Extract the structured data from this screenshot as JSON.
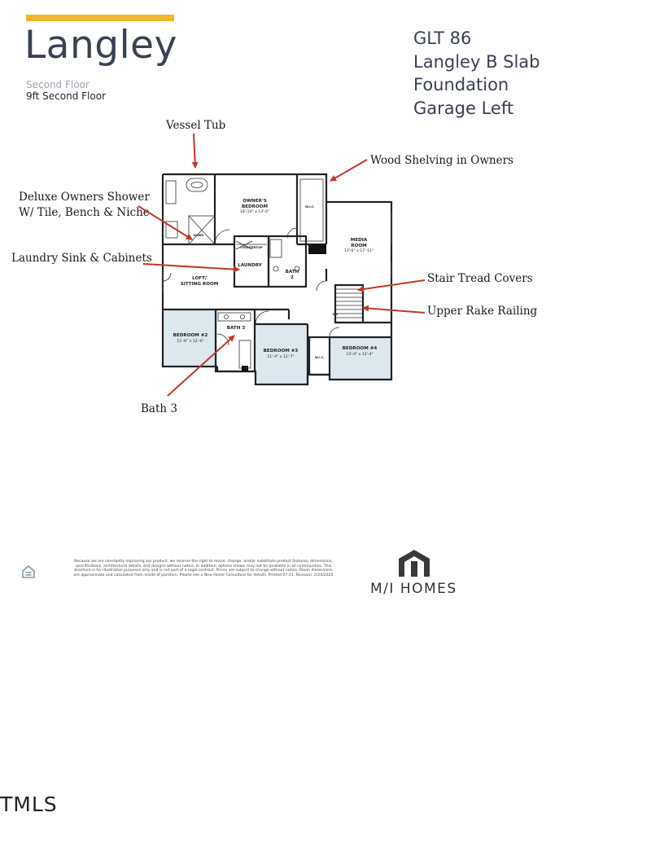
{
  "header": {
    "plan_name": "Langley",
    "floor_label": "Second Floor",
    "ceiling_height": "9ft Second Floor",
    "lot_info": [
      "GLT 86",
      "Langley B Slab",
      "Foundation",
      "Garage Left"
    ]
  },
  "callouts": {
    "vessel_tub": "Vessel Tub",
    "wood_shelving": "Wood Shelving in Owners",
    "owners_shower_1": "Deluxe Owners Shower",
    "owners_shower_2": "W/ Tile, Bench & Niche",
    "laundry_sink": "Laundry Sink & Cabinets",
    "stair_tread": "Stair Tread Covers",
    "rake_railing": "Upper Rake Railing",
    "bath3": "Bath 3"
  },
  "rooms": {
    "owners_bedroom": {
      "name1": "OWNER'S",
      "name2": "BEDROOM",
      "dims": "18'-10\" x 13'-0\""
    },
    "media_room": {
      "name1": "MEDIA",
      "name2": "ROOM",
      "dims": "13'-6\" x 17'-11\""
    },
    "loft": {
      "name1": "LOFT/",
      "name2": "SITTING ROOM"
    },
    "laundry": {
      "name": "LAUNDRY"
    },
    "bath2": {
      "name1": "BATH",
      "name2": "2"
    },
    "bath3": {
      "name": "BATH 3"
    },
    "bedroom2": {
      "name": "BEDROOM #2",
      "dims": "11'-6\" x 12'-0\""
    },
    "bedroom3": {
      "name": "BEDROOM #3",
      "dims": "11'-4\" x 12'-7\""
    },
    "bedroom4": {
      "name": "BEDROOM #4",
      "dims": "13'-0\" x 12'-4\""
    },
    "wic_owner": "W.I.C.",
    "wic_bed4": "W.I.C.",
    "shower": "SHWR",
    "counter": "COUNTERTOP",
    "dn": "DN"
  },
  "footer": {
    "disclaimer": "Because we are constantly improving our product, we reserve the right to revise, change, and/or substitute product features, dimensions, specifications, architectural details, and designs without notice. In addition, options shown may not be available in all communities. This brochure is for illustration purposes only and is not part of a legal contract. Prices are subject to change without notice. Room dimensions are approximate and calculated from inside of partition. Please see a New Home Consultant for details. Printed 07-21. Revision: 2/24/2025",
    "logo_text": "M/I HOMES",
    "watermark": "TMLS"
  },
  "colors": {
    "accent": "#f2b52a",
    "arrow": "#c0392b",
    "bedroom_fill": "#dde8ee",
    "text": "#3a4152"
  }
}
